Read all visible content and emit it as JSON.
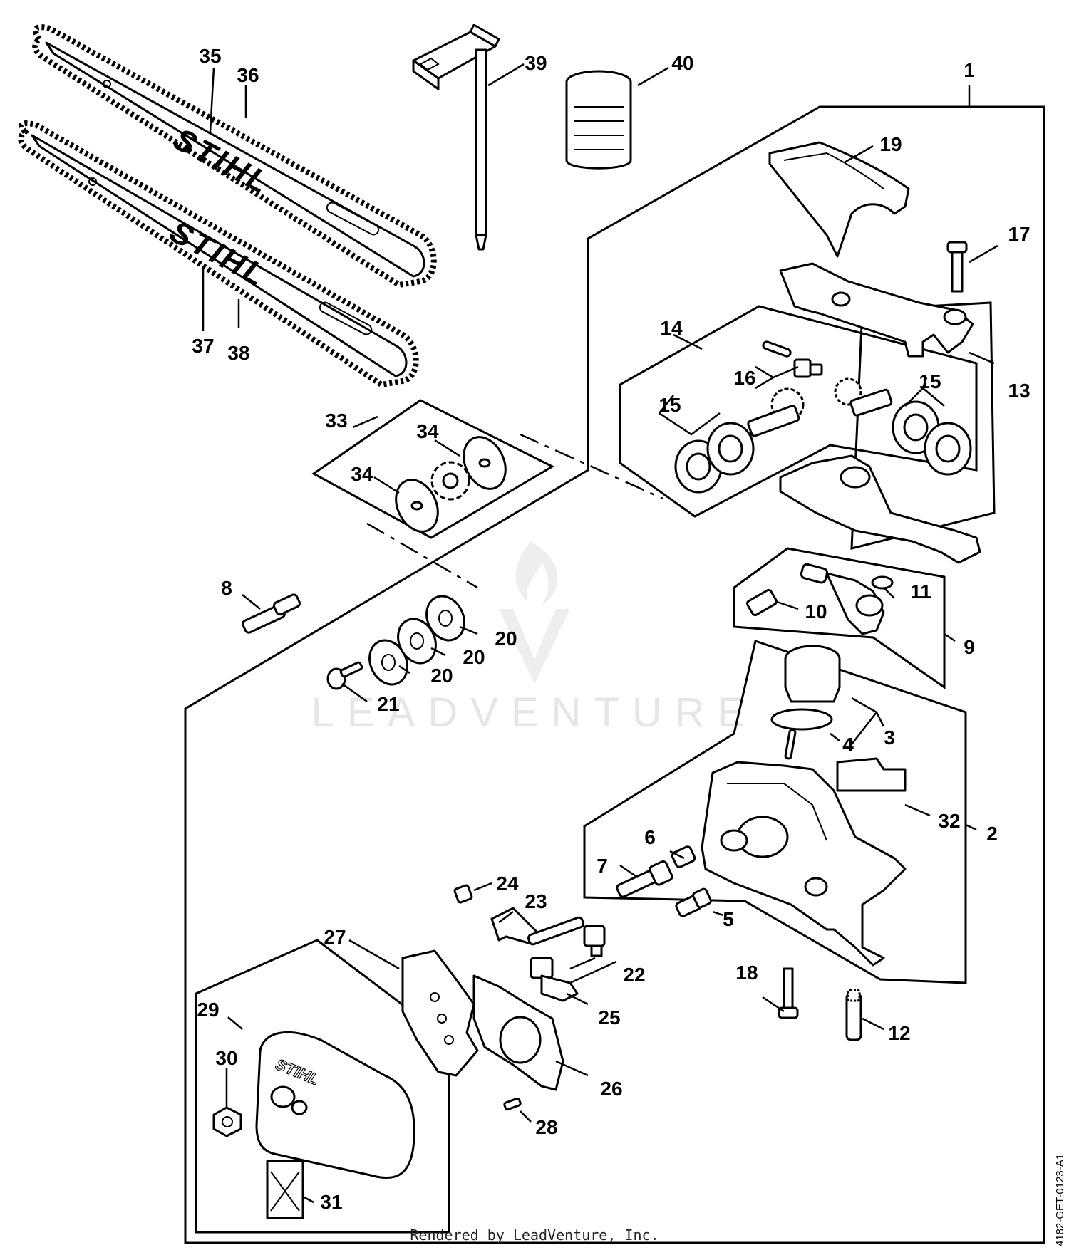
{
  "watermark": "LEADVENTURE",
  "brand": "STIHL",
  "drawing_code": "4182-GET-0123-A1",
  "footer": "Rendered by LeadVenture, Inc.",
  "callouts": {
    "n1": "1",
    "n2": "2",
    "n3": "3",
    "n4": "4",
    "n5": "5",
    "n6": "6",
    "n7": "7",
    "n8": "8",
    "n9": "9",
    "n10": "10",
    "n11": "11",
    "n12": "12",
    "n13": "13",
    "n14": "14",
    "n15": "15",
    "n16": "16",
    "n17": "17",
    "n18": "18",
    "n19": "19",
    "n20": "20",
    "n21": "21",
    "n22": "22",
    "n23": "23",
    "n24": "24",
    "n25": "25",
    "n26": "26",
    "n27": "27",
    "n28": "28",
    "n29": "29",
    "n30": "30",
    "n31": "31",
    "n32": "32",
    "n33": "33",
    "n34": "34",
    "n35": "35",
    "n36": "36",
    "n37": "37",
    "n38": "38",
    "n39": "39",
    "n40": "40"
  }
}
